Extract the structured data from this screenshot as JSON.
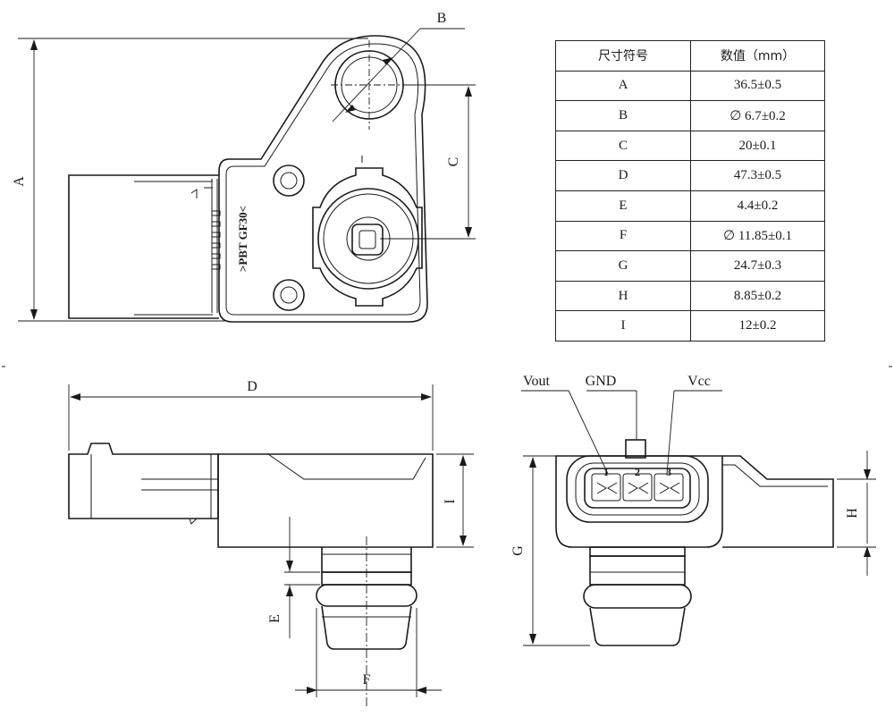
{
  "table": {
    "headers": [
      "尺寸符号",
      "数值（mm）"
    ],
    "rows": [
      {
        "symbol": "A",
        "value": "36.5±0.5"
      },
      {
        "symbol": "B",
        "value": "∅ 6.7±0.2"
      },
      {
        "symbol": "C",
        "value": "20±0.1"
      },
      {
        "symbol": "D",
        "value": "47.3±0.5"
      },
      {
        "symbol": "E",
        "value": "4.4±0.2"
      },
      {
        "symbol": "F",
        "value": "∅ 11.85±0.1"
      },
      {
        "symbol": "G",
        "value": "24.7±0.3"
      },
      {
        "symbol": "H",
        "value": "8.85±0.2"
      },
      {
        "symbol": "I",
        "value": "12±0.2"
      }
    ]
  },
  "dimensions": {
    "A": "A",
    "B": "B",
    "C": "C",
    "D": "D",
    "E": "E",
    "F": "F",
    "G": "G",
    "H": "H",
    "I": "I"
  },
  "pins": {
    "vout_label": "Vout",
    "gnd_label": "GND",
    "vcc_label": "Vcc",
    "pin1": "1",
    "pin2": "2",
    "pin3": "3"
  },
  "housing_marking": ">PBT GF30<"
}
